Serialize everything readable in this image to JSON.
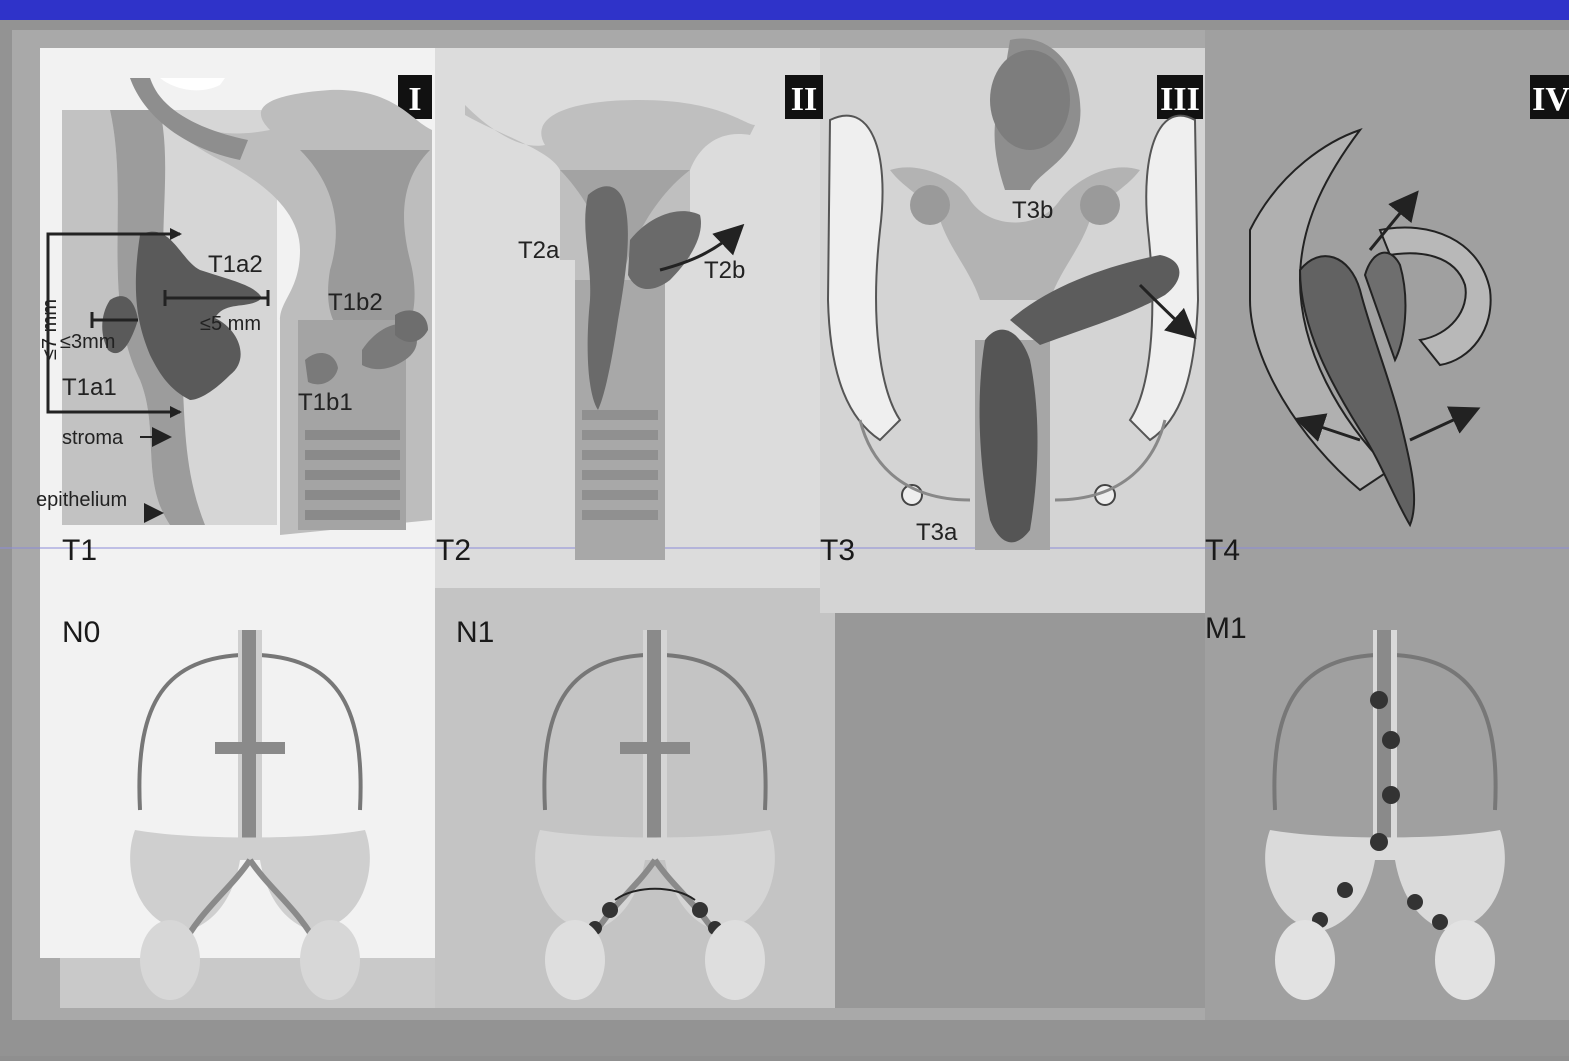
{
  "stages": {
    "roman": [
      "I",
      "II",
      "III",
      "IV"
    ],
    "t_labels": [
      "T1",
      "T2",
      "T3",
      "T4"
    ],
    "n_labels": [
      "N0",
      "N1"
    ],
    "m_label": "M1"
  },
  "panel_I": {
    "t1a2": "T1a2",
    "t1a1": "T1a1",
    "t1b1": "T1b1",
    "t1b2": "T1b2",
    "le7": "≤7 mm",
    "le3": "≤3mm",
    "le5": "≤5 mm",
    "stroma": "stroma",
    "epithelium": "epithelium"
  },
  "panel_II": {
    "t2a": "T2a",
    "t2b": "T2b"
  },
  "panel_III": {
    "t3a": "T3a",
    "t3b": "T3b"
  }
}
